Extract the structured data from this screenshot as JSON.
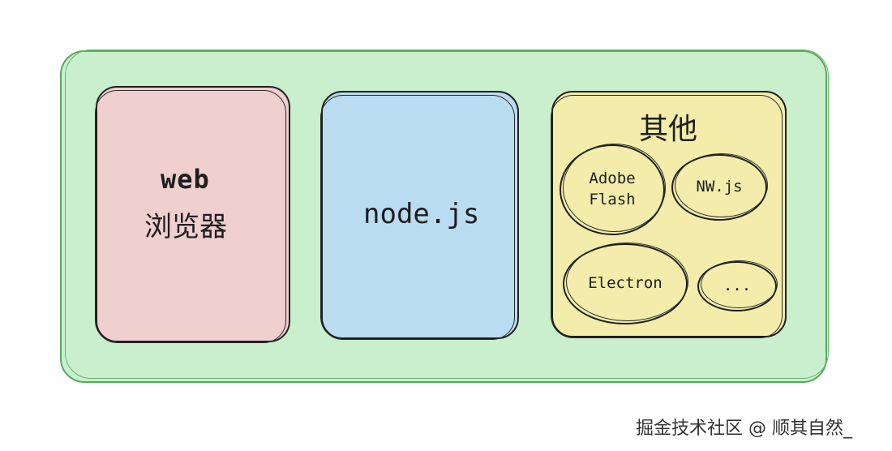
{
  "diagram": {
    "web": {
      "title": "web",
      "subtitle": "浏览器"
    },
    "node": {
      "title": "node.js"
    },
    "other": {
      "title": "其他",
      "items": [
        "Adobe\nFlash",
        "NW.js",
        "Electron",
        "..."
      ]
    }
  },
  "watermark": "掘金技术社区 @ 顺其自然_",
  "colors": {
    "container_fill": "#c9efcd",
    "container_stroke": "#5aa85e",
    "web_fill": "#f0cfcf",
    "node_fill": "#b9dcf0",
    "other_fill": "#f3ecaa",
    "stroke": "#1e1e1e"
  }
}
